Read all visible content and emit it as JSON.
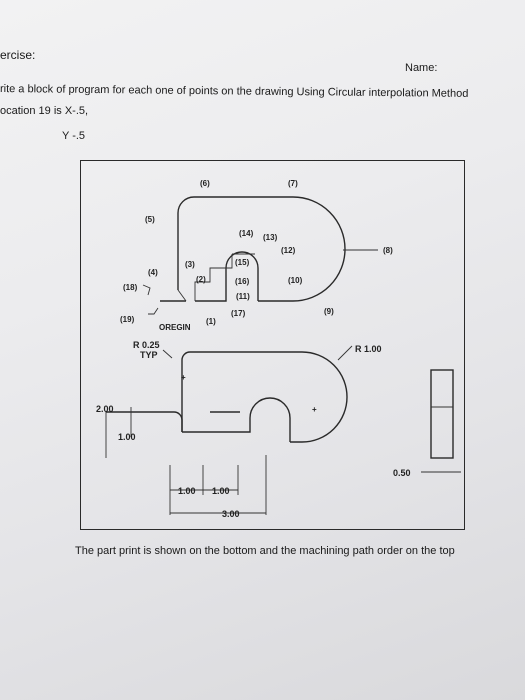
{
  "header": {
    "exercise": "ercise:",
    "name_label": "Name:",
    "instruction": "rite a block of program for each one of points on the drawing Using Circular interpolation Method",
    "location": "ocation 19 is X-.5,",
    "y_value": "Y -.5"
  },
  "path_labels": {
    "p1": "(1)",
    "p2": "(2)",
    "p3": "(3)",
    "p4": "(4)",
    "p5": "(5)",
    "p6": "(6)",
    "p7": "(7)",
    "p8": "(8)",
    "p9": "(9)",
    "p10": "(10)",
    "p11": "(11)",
    "p12": "(12)",
    "p13": "(13)",
    "p14": "(14)",
    "p15": "(15)",
    "p16": "(16)",
    "p17": "(17)",
    "p18": "(18)",
    "p19": "(19)",
    "origin": "OREGIN"
  },
  "dimensions": {
    "radius_small": "R 0.25",
    "radius_typ": "TYP",
    "radius_large": "R 1.00",
    "height_2": "2.00",
    "height_1": "1.00",
    "width_1a": "1.00",
    "width_1b": "1.00",
    "width_3": "3.00",
    "thickness": "0.50"
  },
  "footer": {
    "note": "The part print is shown on the bottom and the machining path order on the top"
  }
}
